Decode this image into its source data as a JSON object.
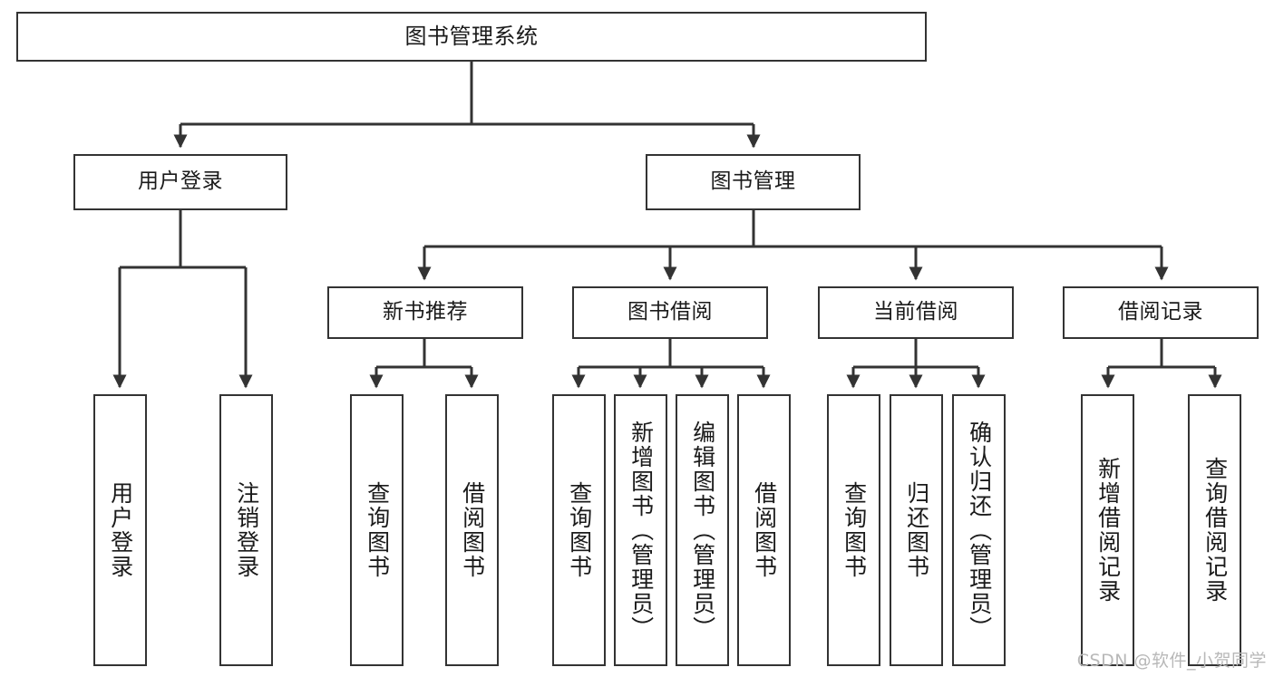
{
  "diagram": {
    "type": "tree-hierarchy",
    "title": "图书管理系统",
    "root": {
      "label": "图书管理系统"
    },
    "level2": [
      {
        "label": "用户登录"
      },
      {
        "label": "图书管理"
      }
    ],
    "level3": [
      {
        "label": "新书推荐"
      },
      {
        "label": "图书借阅"
      },
      {
        "label": "当前借阅"
      },
      {
        "label": "借阅记录"
      }
    ],
    "leaves": {
      "user_login": [
        {
          "label": "用户登录"
        },
        {
          "label": "注销登录"
        }
      ],
      "new_book_recommend": [
        {
          "label": "查询图书"
        },
        {
          "label": "借阅图书"
        }
      ],
      "book_borrow": [
        {
          "label": "查询图书"
        },
        {
          "label": "新增图书（管理员）"
        },
        {
          "label": "编辑图书（管理员）"
        },
        {
          "label": "借阅图书"
        }
      ],
      "current_borrow": [
        {
          "label": "查询图书"
        },
        {
          "label": "归还图书"
        },
        {
          "label": "确认归还（管理员）"
        }
      ],
      "borrow_record": [
        {
          "label": "新增借阅记录"
        },
        {
          "label": "查询借阅记录"
        }
      ]
    }
  },
  "watermark": {
    "text": "CSDN @软件_小贺同学"
  },
  "colors": {
    "stroke": "#333333",
    "text": "#1a1a1a",
    "background": "#ffffff",
    "watermark": "#b8b8b8"
  }
}
